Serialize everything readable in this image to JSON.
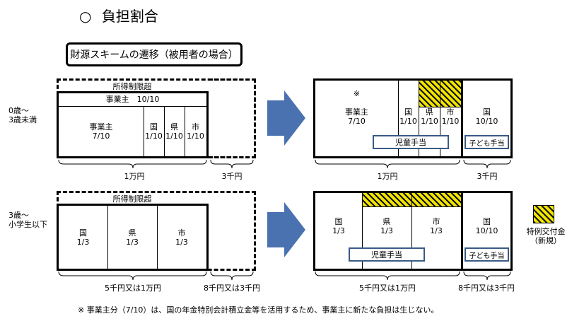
{
  "heading": {
    "bullet": "○",
    "text": "負担割合"
  },
  "scheme_title": "財源スキームの遷移（被用者の場合）",
  "rows": {
    "row1": {
      "age_line1": "0歳～",
      "age_line2": "3歳未満"
    },
    "row2": {
      "age_line1": "3歳～",
      "age_line2": "小学生以下"
    }
  },
  "before1": {
    "income_limit": "所得制限超",
    "employer_header": "事業主　10/10",
    "employer": "事業主",
    "employer_frac": "7/10",
    "kuni": "国",
    "kuni_frac": "1/10",
    "ken": "県",
    "ken_frac": "1/10",
    "shi": "市",
    "shi_frac": "1/10",
    "amount_main": "1万円",
    "amount_ext": "3千円"
  },
  "after1": {
    "note_mark": "※",
    "employer": "事業主",
    "employer_frac": "7/10",
    "kuni": "国",
    "kuni_frac": "1/10",
    "ken": "県",
    "ken_frac": "1/10",
    "shi": "市",
    "shi_frac": "1/10",
    "kuni2": "国",
    "kuni2_frac": "10/10",
    "jido": "児童手当",
    "kodomo": "子ども手当",
    "amount_main": "1万円",
    "amount_ext": "3千円"
  },
  "before2": {
    "income_limit": "所得制限超",
    "kuni": "国",
    "kuni_frac": "1/3",
    "ken": "県",
    "ken_frac": "1/3",
    "shi": "市",
    "shi_frac": "1/3",
    "amount_main": "5千円又は1万円",
    "amount_ext": "8千円又は3千円"
  },
  "after2": {
    "kuni": "国",
    "kuni_frac": "1/3",
    "ken": "県",
    "ken_frac": "1/3",
    "shi": "市",
    "shi_frac": "1/3",
    "kuni2": "国",
    "kuni2_frac": "10/10",
    "jido": "児童手当",
    "kodomo": "子ども手当",
    "amount_main": "5千円又は1万円",
    "amount_ext": "8千円又は3千円"
  },
  "legend": {
    "label_line1": "特例交付金",
    "label_line2": "（新規）"
  },
  "footnote": "※ 事業主分（7/10）は、国の年金特別会計積立金等を活用するため、事業主に新たな負担は生じない。",
  "colors": {
    "arrow": "#4a72b0",
    "hatch_yellow": "#f2e500",
    "box_blue": "#3a5a85"
  }
}
